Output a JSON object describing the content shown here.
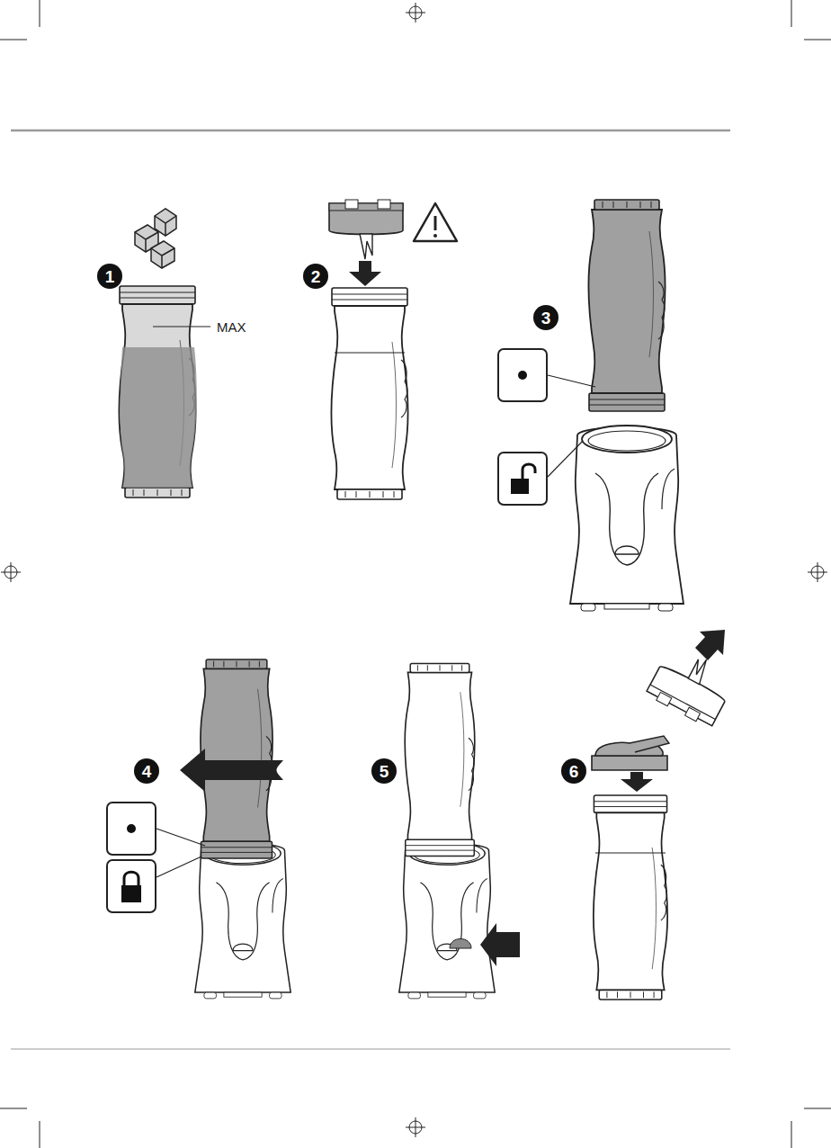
{
  "diagram": {
    "labels": [
      "MAX",
      "1",
      "2",
      "3",
      "4",
      "5",
      "6"
    ]
  }
}
